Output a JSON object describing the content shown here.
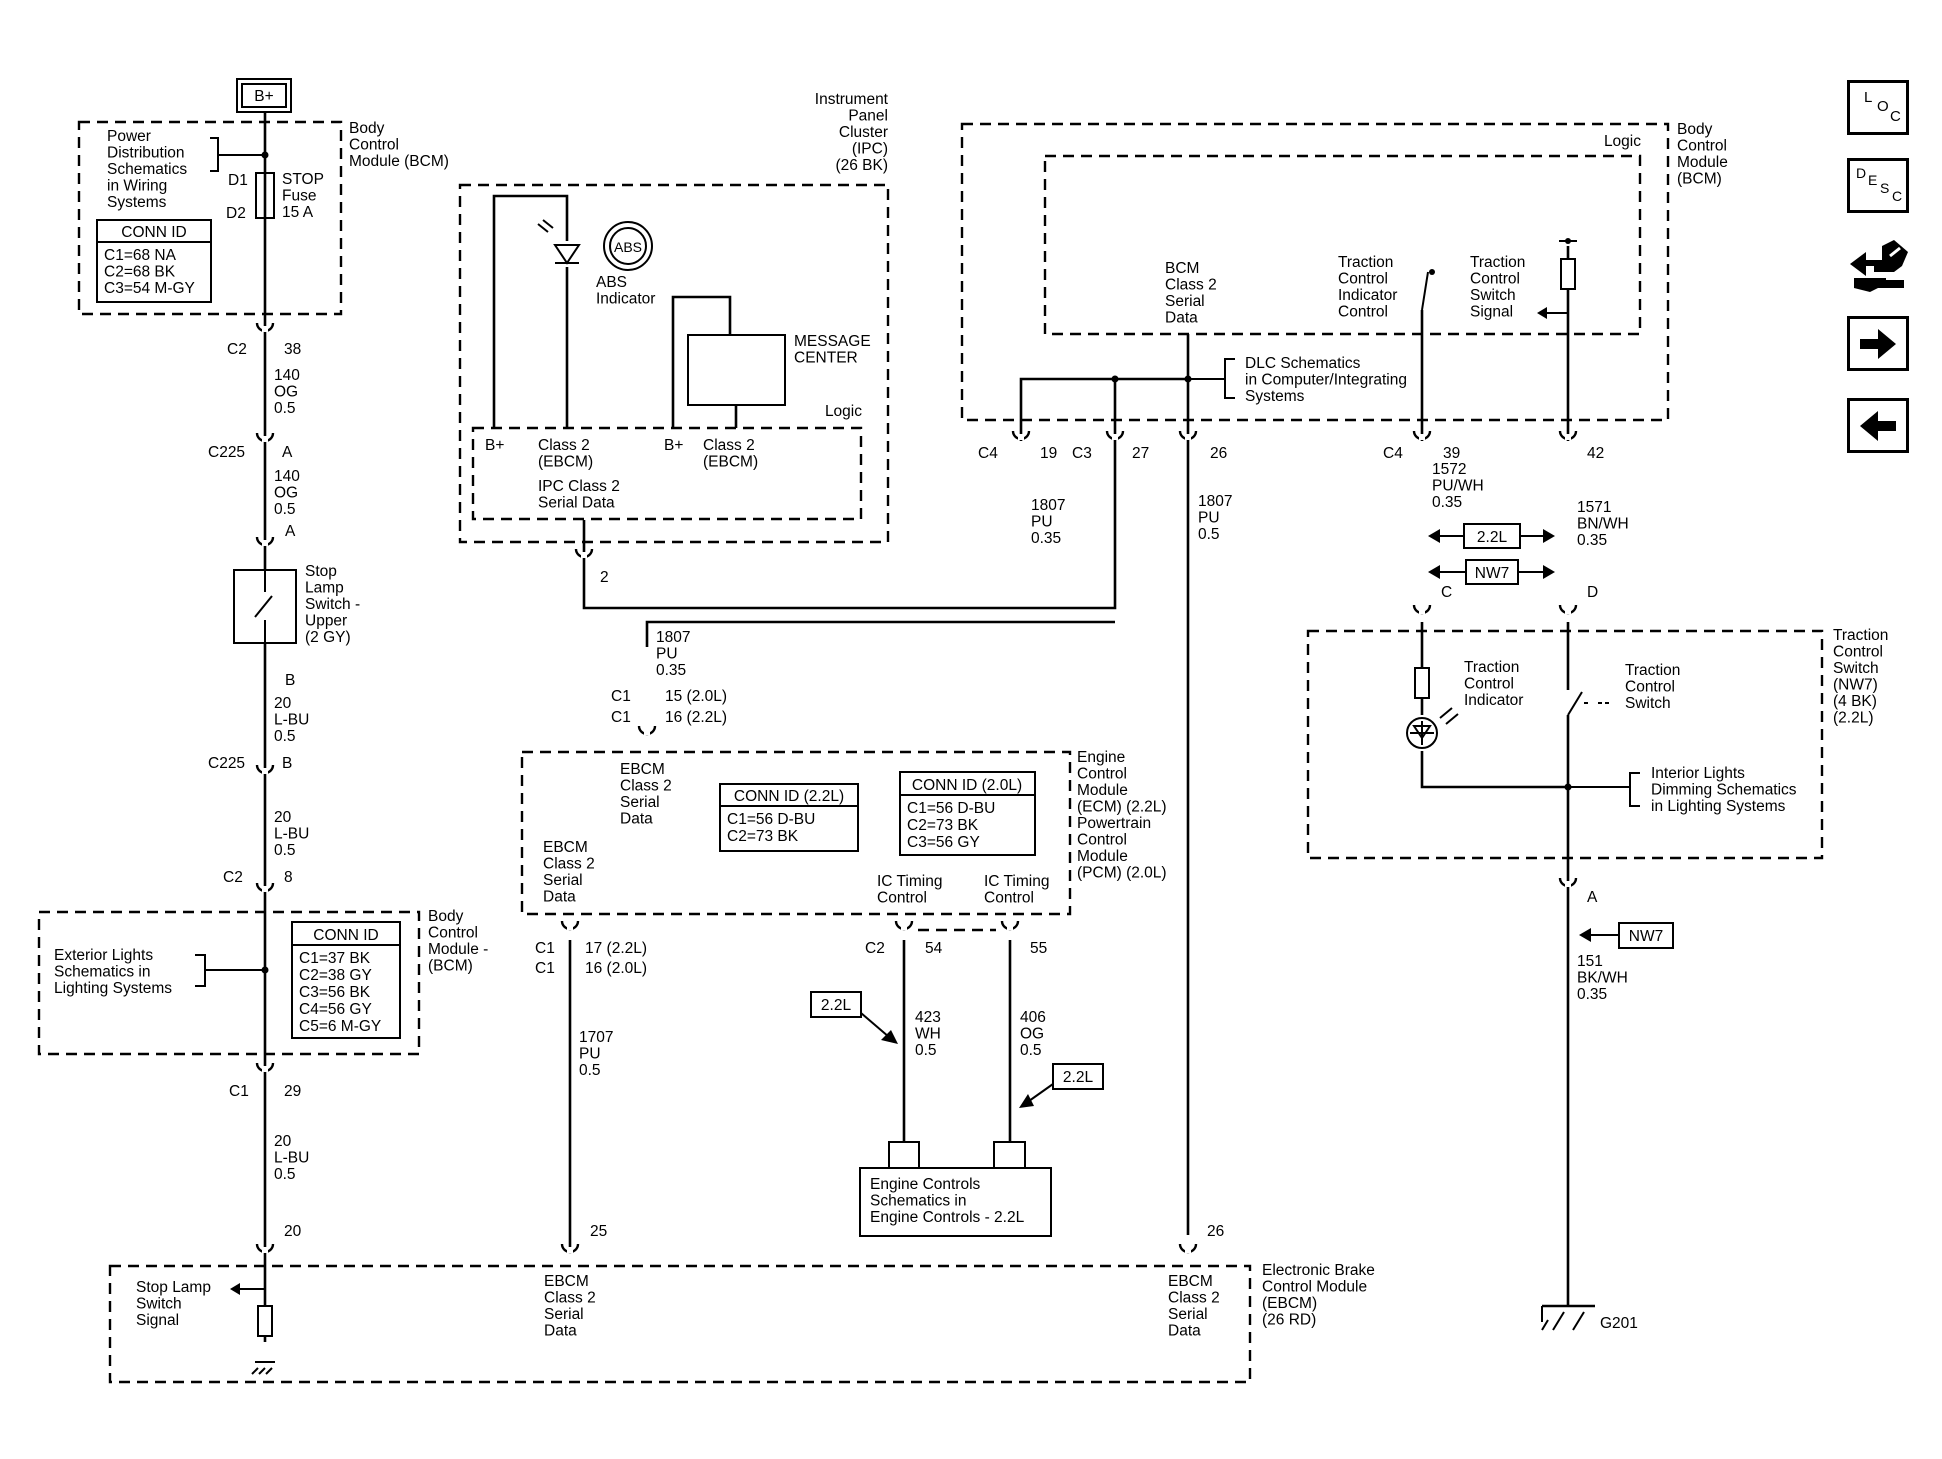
{
  "labels": {
    "b_plus_top": "B+",
    "bcm_top_title": [
      "Body",
      "Control",
      "Module (BCM)"
    ],
    "power_dist": [
      "Power",
      "Distribution",
      "Schematics",
      "in Wiring",
      "Systems"
    ],
    "d1": "D1",
    "d2": "D2",
    "stop_fuse": [
      "STOP",
      "Fuse",
      "15  A"
    ],
    "conn_id_bcm1": "CONN ID",
    "conn_bcm1_rows": [
      "C1=68 NA",
      "C2=68 BK",
      "C3=54 M-GY"
    ],
    "c2_38": [
      "C2",
      "38"
    ],
    "wire_140a": [
      "140",
      "OG",
      "0.5"
    ],
    "c225_a": [
      "C225",
      "A"
    ],
    "wire_140b": [
      "140",
      "OG",
      "0.5"
    ],
    "pin_a_upper": "A",
    "stop_lamp_switch": [
      "Stop",
      "Lamp",
      "Switch -",
      "Upper",
      "(2 GY)"
    ],
    "pin_b_upper": "B",
    "wire_20a": [
      "20",
      "L-BU",
      "0.5"
    ],
    "c225_b": [
      "C225",
      "B"
    ],
    "wire_20b": [
      "20",
      "L-BU",
      "0.5"
    ],
    "c2_8": [
      "C2",
      "8"
    ],
    "ext_lights": [
      "Exterior Lights",
      "Schematics in",
      "Lighting Systems"
    ],
    "conn_id_bcm2": "CONN ID",
    "conn_bcm2_rows": [
      "C1=37 BK",
      "C2=38 GY",
      "C3=56 BK",
      "C4=56 GY",
      "C5=6 M-GY"
    ],
    "bcm_mid_title": [
      "Body",
      "Control",
      "Module -",
      "(BCM)"
    ],
    "c1_29": [
      "C1",
      "29"
    ],
    "wire_20c": [
      "20",
      "L-BU",
      "0.5"
    ],
    "pin_20": "20",
    "stop_lamp_signal": [
      "Stop Lamp",
      "Switch",
      "Signal"
    ],
    "ipc_title": [
      "Instrument",
      "Panel",
      "Cluster",
      "(IPC)",
      "(26 BK)"
    ],
    "abs_text": "ABS",
    "abs_indicator": [
      "ABS",
      "Indicator"
    ],
    "message_center": [
      "MESSAGE",
      "CENTER"
    ],
    "logic_ipc": "Logic",
    "b_plus_ipc1": "B+",
    "class2_ebcm_1": [
      "Class 2",
      "(EBCM)"
    ],
    "b_plus_ipc2": "B+",
    "class2_ebcm_2": [
      "Class 2",
      "(EBCM)"
    ],
    "ipc_serial": [
      "IPC Class 2",
      "Serial Data"
    ],
    "pin_2": "2",
    "wire_1807_ebcm": [
      "1807",
      "PU",
      "0.35"
    ],
    "c1_15": [
      "C1",
      "15 (2.0L)"
    ],
    "c1_16": [
      "C1",
      "16 (2.2L)"
    ],
    "ebcm_serial_top": [
      "EBCM",
      "Class 2",
      "Serial",
      "Data"
    ],
    "conn_id_22": "CONN ID (2.2L)",
    "conn_22_rows": [
      "C1=56 D-BU",
      "C2=73 BK"
    ],
    "conn_id_20": "CONN ID (2.0L)",
    "conn_20_rows": [
      "C1=56 D-BU",
      "C2=73 BK",
      "C3=56 GY"
    ],
    "ecm_title": [
      "Engine",
      "Control",
      "Module",
      "(ECM) (2.2L)",
      "Powertrain",
      "Control",
      "Module",
      "(PCM) (2.0L)"
    ],
    "ebcm_serial_left": [
      "EBCM",
      "Class 2",
      "Serial",
      "Data"
    ],
    "ic_timing_1": [
      "IC Timing",
      "Control"
    ],
    "ic_timing_2": [
      "IC Timing",
      "Control"
    ],
    "c1_17": [
      "C1",
      "17 (2.2L)"
    ],
    "c1_16b": [
      "C1",
      "16 (2.0L)"
    ],
    "c2_54": [
      "C2",
      "54"
    ],
    "pin_55": "55",
    "wire_1707": [
      "1707",
      "PU",
      "0.5"
    ],
    "tag_22_a": "2.2L",
    "wire_423": [
      "423",
      "WH",
      "0.5"
    ],
    "wire_406": [
      "406",
      "OG",
      "0.5"
    ],
    "tag_22_b": "2.2L",
    "engine_controls": [
      "Engine Controls",
      "Schematics in",
      "Engine Controls - 2.2L"
    ],
    "pin_25": "25",
    "pin_26_bottom": "26",
    "ebcm_bottom_1": [
      "EBCM",
      "Class 2",
      "Serial",
      "Data"
    ],
    "ebcm_bottom_2": [
      "EBCM",
      "Class 2",
      "Serial",
      "Data"
    ],
    "ebcm_title": [
      "Electronic Brake",
      "Control Module",
      "(EBCM)",
      "(26 RD)"
    ],
    "bcm_right_title": [
      "Body",
      "Control",
      "Module",
      "(BCM)"
    ],
    "logic_bcm": "Logic",
    "bcm_class2": [
      "BCM",
      "Class 2",
      "Serial",
      "Data"
    ],
    "tc_indicator_control": [
      "Traction",
      "Control",
      "Indicator",
      "Control"
    ],
    "tc_switch_signal": [
      "Traction",
      "Control",
      "Switch",
      "Signal"
    ],
    "dlc": [
      "DLC Schematics",
      "in Computer/Integrating",
      "Systems"
    ],
    "c4_19": [
      "C4",
      "19"
    ],
    "c3_27": [
      "C3",
      "27"
    ],
    "pin_26_top": "26",
    "c4_39": [
      "C4",
      "39"
    ],
    "pin_42": "42",
    "wire_1807_c4": [
      "1807",
      "PU",
      "0.35"
    ],
    "wire_1807_26": [
      "1807",
      "PU",
      "0.5"
    ],
    "wire_1572": [
      "1572",
      "PU/WH",
      "0.35"
    ],
    "wire_1571": [
      "1571",
      "BN/WH",
      "0.35"
    ],
    "tag_22_c": "2.2L",
    "tag_nw7_a": "NW7",
    "pin_c": "C",
    "pin_d": "D",
    "tc_indicator": [
      "Traction",
      "Control",
      "Indicator"
    ],
    "tc_switch": [
      "Traction",
      "Control",
      "Switch"
    ],
    "tc_switch_title": [
      "Traction",
      "Control",
      "Switch",
      "(NW7)",
      "(4 BK)",
      "(2.2L)"
    ],
    "interior_lights": [
      "Interior Lights",
      "Dimming Schematics",
      "in Lighting Systems"
    ],
    "pin_a_gnd": "A",
    "tag_nw7_b": "NW7",
    "wire_151": [
      "151",
      "BK/WH",
      "0.35"
    ],
    "g201": "G201"
  },
  "nav": {
    "loc": [
      "L",
      "O",
      "C"
    ],
    "desc": [
      "D",
      "E",
      "S",
      "C"
    ]
  },
  "icons": [
    "loc-icon",
    "desc-icon",
    "connector-icon",
    "arrow-right-icon",
    "arrow-left-icon"
  ]
}
